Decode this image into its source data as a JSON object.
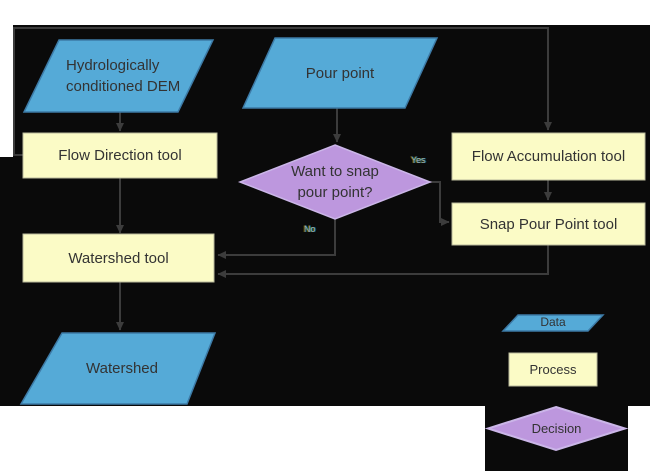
{
  "colors": {
    "background": "#ffffff",
    "canvas": "#0a0a0a",
    "data_fill": "#55aad7",
    "data_border": "#3d7aa6",
    "process_fill": "#fbfbc6",
    "process_border": "#b9b99c",
    "decision_fill": "#bd97de",
    "decision_border": "#cbb6e8",
    "connector": "#3c3c3c",
    "text": "#333333",
    "edge_label": "#9aa6bd"
  },
  "nodes": {
    "dem": {
      "label": "Hydrologically conditioned DEM",
      "type": "data"
    },
    "pour_point": {
      "label": "Pour point",
      "type": "data"
    },
    "flow_direction": {
      "label": "Flow Direction tool",
      "type": "process"
    },
    "flow_accumulation": {
      "label": "Flow Accumulation tool",
      "type": "process"
    },
    "snap_decision": {
      "label": "Want to snap pour point?",
      "type": "decision"
    },
    "snap_pour_point": {
      "label": "Snap Pour Point tool",
      "type": "process"
    },
    "watershed_tool": {
      "label": "Watershed tool",
      "type": "process"
    },
    "watershed": {
      "label": "Watershed",
      "type": "data"
    }
  },
  "edge_labels": {
    "yes": "Yes",
    "no": "No"
  },
  "legend": {
    "data": "Data",
    "process": "Process",
    "decision": "Decision"
  }
}
